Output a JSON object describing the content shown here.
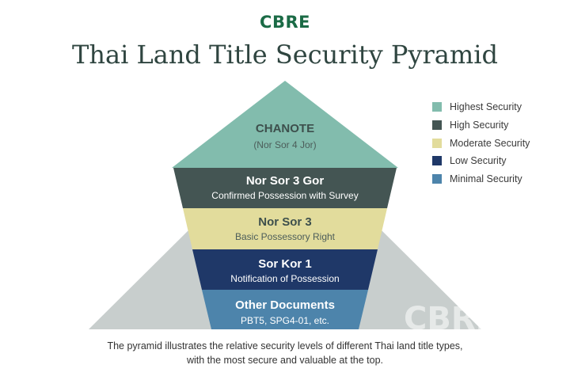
{
  "brand": {
    "logo_text": "CBRE",
    "color": "#1b6b46"
  },
  "title": "Thai Land Title Security Pyramid",
  "watermark": "CBRE",
  "tiers": [
    {
      "name": "CHANOTE",
      "subtitle": "(Nor Sor 4 Jor)",
      "color": "#82bcad"
    },
    {
      "name": "Nor Sor 3 Gor",
      "subtitle": "Confirmed Possession with Survey",
      "color": "#445553"
    },
    {
      "name": "Nor Sor 3",
      "subtitle": "Basic Possessory Right",
      "color": "#e2dc9c"
    },
    {
      "name": "Sor Kor 1",
      "subtitle": "Notification of Possession",
      "color": "#1f3868"
    },
    {
      "name": "Other Documents",
      "subtitle": "PBT5, SPG4-01, etc.",
      "color": "#4d84ab"
    }
  ],
  "legend": [
    {
      "label": "Highest Security",
      "color": "#82bcad"
    },
    {
      "label": "High Security",
      "color": "#445553"
    },
    {
      "label": "Moderate Security",
      "color": "#e2dc9c"
    },
    {
      "label": "Low Security",
      "color": "#1f3868"
    },
    {
      "label": "Minimal Security",
      "color": "#4d84ab"
    }
  ],
  "background_color": "#c8cecd",
  "caption": [
    "The pyramid illustrates the relative security levels of different Thai land title types,",
    "with the most secure and valuable at the top."
  ]
}
